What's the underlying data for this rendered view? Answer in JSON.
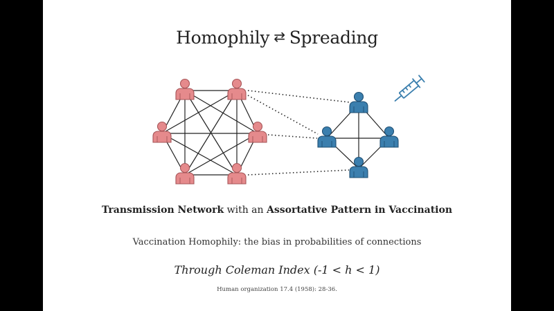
{
  "slide": {
    "title_left": "Homophily",
    "title_arrows": "⇄",
    "title_right": "Spreading",
    "caption": {
      "part1": "Transmission Network",
      "part2": " with an ",
      "part3": "Assortative Pattern in Vaccination"
    },
    "definition": "Vaccination Homophily: the bias in probabilities of connections",
    "coleman": "Through Coleman Index (-1 < h < 1)",
    "reference": "Human organization 17.4 (1958): 28-36."
  },
  "network": {
    "unvaccinated_color": "#e58a8c",
    "unvaccinated_stroke": "#a65558",
    "vaccinated_color": "#3b7fae",
    "vaccinated_stroke": "#1f4f73",
    "syringe_icon": "syringe-icon",
    "person_icon": "person-icon"
  }
}
